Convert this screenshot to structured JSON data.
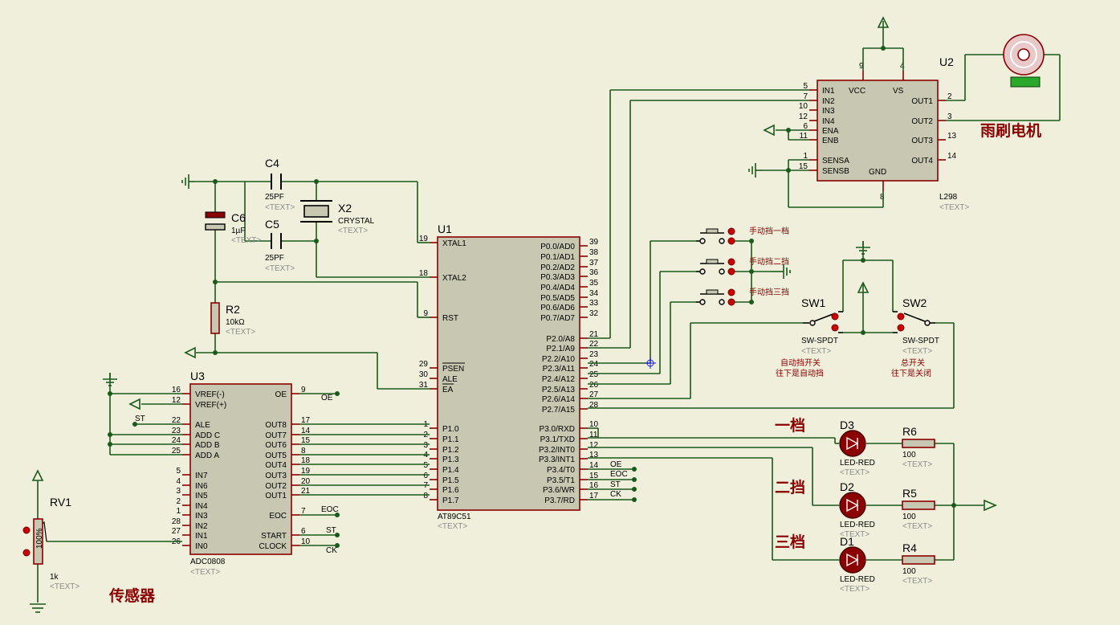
{
  "u1": {
    "ref": "U1",
    "part": "AT89C51",
    "text": "<TEXT>",
    "left": [
      "XTAL1",
      "XTAL2",
      "RST",
      "PSEN",
      "ALE",
      "EA",
      "P1.0",
      "P1.1",
      "P1.2",
      "P1.3",
      "P1.4",
      "P1.5",
      "P1.6",
      "P1.7"
    ],
    "left_nums": [
      "19",
      "18",
      "9",
      "29",
      "30",
      "31",
      "1",
      "2",
      "3",
      "4",
      "5",
      "6",
      "7",
      "8"
    ],
    "right": [
      "P0.0/AD0",
      "P0.1/AD1",
      "P0.2/AD2",
      "P0.3/AD3",
      "P0.4/AD4",
      "P0.5/AD5",
      "P0.6/AD6",
      "P0.7/AD7",
      "P2.0/A8",
      "P2.1/A9",
      "P2.2/A10",
      "P2.3/A11",
      "P2.4/A12",
      "P2.5/A13",
      "P2.6/A14",
      "P2.7/A15",
      "P3.0/RXD",
      "P3.1/TXD",
      "P3.2/INT0",
      "P3.3/INT1",
      "P3.4/T0",
      "P3.5/T1",
      "P3.6/WR",
      "P3.7/RD"
    ],
    "right_nums": [
      "39",
      "38",
      "37",
      "36",
      "35",
      "34",
      "33",
      "32",
      "21",
      "22",
      "23",
      "24",
      "25",
      "26",
      "27",
      "28",
      "10",
      "11",
      "12",
      "13",
      "14",
      "15",
      "16",
      "17"
    ]
  },
  "u2": {
    "ref": "U2",
    "part": "L298",
    "text": "<TEXT>",
    "left": [
      "IN1",
      "IN2",
      "IN3",
      "IN4",
      "ENA",
      "ENB",
      "SENSA",
      "SENSB"
    ],
    "left_nums": [
      "5",
      "7",
      "10",
      "12",
      "6",
      "11",
      "1",
      "15"
    ],
    "right": [
      "OUT1",
      "OUT2",
      "OUT3",
      "OUT4"
    ],
    "right_nums": [
      "2",
      "3",
      "13",
      "14"
    ],
    "top": [
      "VCC",
      "VS"
    ],
    "top_nums": [
      "9",
      "4"
    ],
    "bottom": "GND",
    "bottom_num": "8"
  },
  "u3": {
    "ref": "U3",
    "part": "ADC0808",
    "text": "<TEXT>",
    "left": [
      "VREF(-)",
      "VREF(+)",
      "ALE",
      "ADD C",
      "ADD B",
      "ADD A",
      "IN7",
      "IN6",
      "IN5",
      "IN4",
      "IN3",
      "IN2",
      "IN1",
      "IN0"
    ],
    "left_nums": [
      "16",
      "12",
      "22",
      "23",
      "24",
      "25",
      "5",
      "4",
      "3",
      "2",
      "1",
      "28",
      "27",
      "26"
    ],
    "right": [
      "OE",
      "OUT8",
      "OUT7",
      "OUT6",
      "OUT5",
      "OUT4",
      "OUT3",
      "OUT2",
      "OUT1",
      "EOC",
      "START",
      "CLOCK"
    ],
    "right_nums": [
      "9",
      "17",
      "14",
      "15",
      "8",
      "18",
      "19",
      "20",
      "21",
      "7",
      "6",
      "10"
    ]
  },
  "c4": {
    "ref": "C4",
    "val": "25PF",
    "text": "<TEXT>"
  },
  "c5": {
    "ref": "C5",
    "val": "25PF",
    "text": "<TEXT>"
  },
  "c6": {
    "ref": "C6",
    "val": "1µF",
    "text": "<TEXT>"
  },
  "x2": {
    "ref": "X2",
    "val": "CRYSTAL",
    "text": "<TEXT>"
  },
  "r2": {
    "ref": "R2",
    "val": "10kΩ",
    "text": "<TEXT>"
  },
  "rv1": {
    "ref": "RV1",
    "val": "1k",
    "text": "<TEXT>",
    "pct": "100%"
  },
  "sw1": {
    "ref": "SW1",
    "val": "SW-SPDT",
    "text": "<TEXT>",
    "note1": "自动挡开关",
    "note2": "往下是自动挡"
  },
  "sw2": {
    "ref": "SW2",
    "val": "SW-SPDT",
    "text": "<TEXT>",
    "note1": "总开关",
    "note2": "往下是关闭"
  },
  "buttons": [
    "手动挡一档",
    "手动挡二挡",
    "手动挡三挡"
  ],
  "leds": [
    {
      "ref": "D3",
      "val": "LED-RED",
      "text": "<TEXT>",
      "label": "一档",
      "r": "R6",
      "rv": "100",
      "rtext": "<TEXT>"
    },
    {
      "ref": "D2",
      "val": "LED-RED",
      "text": "<TEXT>",
      "label": "二挡",
      "r": "R5",
      "rv": "100",
      "rtext": "<TEXT>"
    },
    {
      "ref": "D1",
      "val": "LED-RED",
      "text": "<TEXT>",
      "label": "三档",
      "r": "R4",
      "rv": "100",
      "rtext": "<TEXT>"
    }
  ],
  "motor_label": "雨刷电机",
  "sensor_label": "传感器",
  "net_labels": {
    "oe1": "OE",
    "eoc1": "EOC",
    "st1": "ST",
    "ck1": "CK",
    "st_ale": "ST",
    "oe2": "OE",
    "eoc2": "EOC",
    "st2": "ST",
    "ck2": "CK"
  },
  "colors": {
    "background": "#efefdb",
    "wire": "#1a5a1a",
    "component": "#8b0000",
    "chip_fill": "#c8c8b2",
    "text_ref": "#8c8c8c"
  }
}
